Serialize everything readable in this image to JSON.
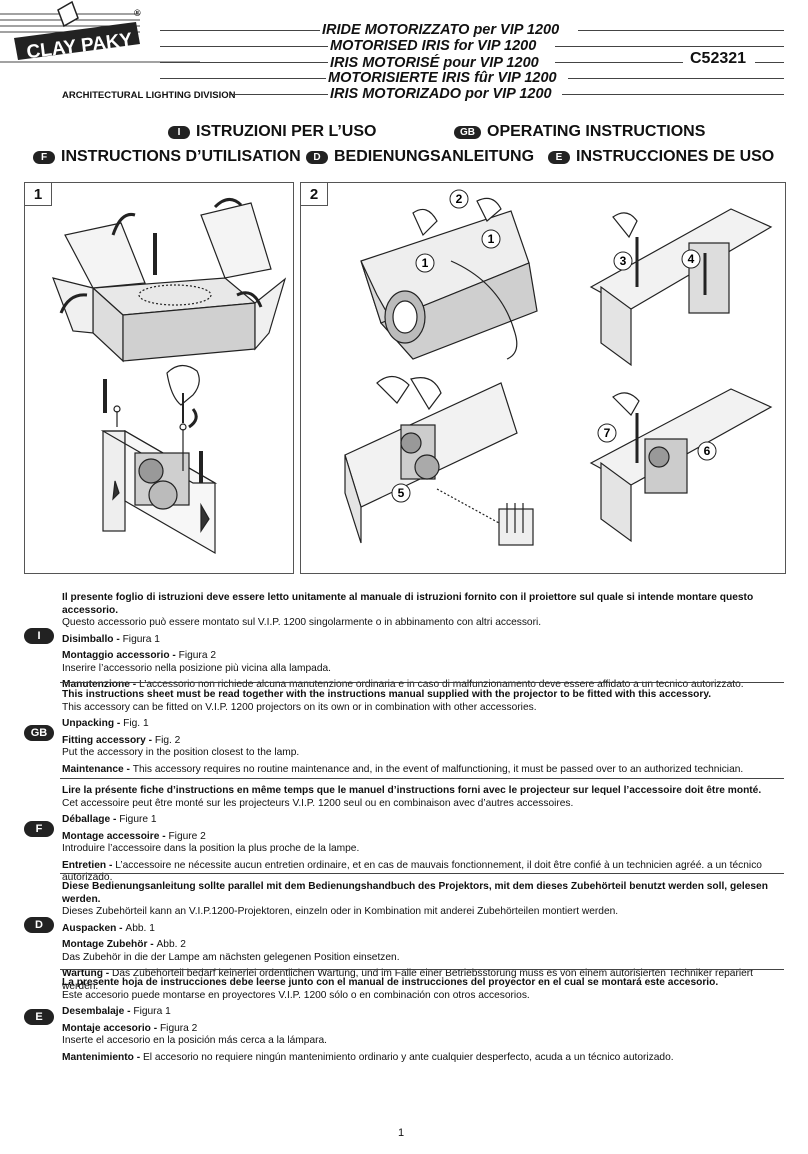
{
  "brand": {
    "name": "CLAY PAKY",
    "division": "ARCHITECTURAL LIGHTING DIVISION",
    "registered": "®"
  },
  "titles": [
    "IRIDE MOTORIZZATO per VIP 1200",
    "MOTORISED IRIS for VIP 1200",
    "IRIS MOTORISÉ pour VIP 1200",
    "MOTORISIERTE IRIS fûr VIP 1200",
    "IRIS MOTORIZADO por VIP 1200"
  ],
  "code": "C52321",
  "headings": [
    {
      "lang": "I",
      "text": "ISTRUZIONI PER L’USO"
    },
    {
      "lang": "GB",
      "text": "OPERATING INSTRUCTIONS"
    },
    {
      "lang": "F",
      "text": "INSTRUCTIONS D’UTILISATION"
    },
    {
      "lang": "D",
      "text": "BEDIENUNGSANLEITUNG"
    },
    {
      "lang": "E",
      "text": "INSTRUCCIONES DE USO"
    }
  ],
  "figures": {
    "fig1": {
      "number": "1"
    },
    "fig2": {
      "number": "2",
      "callouts": [
        "1",
        "1",
        "2",
        "3",
        "4",
        "5",
        "6",
        "7"
      ]
    }
  },
  "sections": [
    {
      "lang": "I",
      "intro": "Il presente foglio di istruzioni deve essere letto unitamente al manuale di istruzioni fornito con il proiettore sul quale si intende montare questo accessorio.",
      "line2": "Questo accessorio può essere montato sul V.I.P. 1200 singolarmente o in abbinamento con altri accessori.",
      "unpack_label": "Disimballo - ",
      "unpack_ref": "Figura 1",
      "fit_label": "Montaggio accessorio - ",
      "fit_ref": "Figura 2",
      "fit_text": "Inserire l’accessorio nella posizione più vicina alla lampada.",
      "maint_label": "Manutenzione - ",
      "maint_text": "L’accessorio non richiede alcuna manutenzione ordinaria e in caso di malfunzionamento deve essere affidato a un tecnico autorizzato."
    },
    {
      "lang": "GB",
      "intro": "This instructions sheet must be read together with the instructions manual supplied with the projector to be fitted with this accessory.",
      "line2": "This accessory can be fitted on V.I.P. 1200 projectors on its own or in combination with other accessories.",
      "unpack_label": "Unpacking - ",
      "unpack_ref": "Fig. 1",
      "fit_label": "Fitting accessory - ",
      "fit_ref": "Fig. 2",
      "fit_text": "Put the accessory in the position closest to the lamp.",
      "maint_label": "Maintenance - ",
      "maint_text": "This accessory requires no routine maintenance and, in the event of malfunctioning, it must be passed over to an authorized technician."
    },
    {
      "lang": "F",
      "intro": "Lire la présente fiche d’instructions en même temps que le manuel d’instructions forni avec le projecteur sur lequel l’accessoire doit être monté.",
      "line2": "Cet accessoire peut être monté sur les projecteurs V.I.P. 1200 seul ou en combinaison avec d’autres accessoires.",
      "unpack_label": "Déballage - ",
      "unpack_ref": "Figure 1",
      "fit_label": "Montage accessoire - ",
      "fit_ref": "Figure 2",
      "fit_text": "Introduire l’accessoire dans la position la plus proche de la lampe.",
      "maint_label": "Entretien - ",
      "maint_text": "L’accessoire ne nécessite aucun entretien ordinaire, et en cas de mauvais fonctionnement, il doit être confié à un technicien agréé. a un técnico autorizado."
    },
    {
      "lang": "D",
      "intro": "Diese Bedienungsanleitung sollte parallel mit dem Bedienungshandbuch des Projektors, mit dem dieses Zubehörteil benutzt werden soll, gelesen werden.",
      "line2": "Dieses Zubehörteil kann an V.I.P.1200-Projektoren, einzeln oder in Kombination mit anderei Zubehörteilen montiert werden.",
      "unpack_label": "Auspacken - ",
      "unpack_ref": "Abb. 1",
      "fit_label": "Montage Zubehör - ",
      "fit_ref": "Abb. 2",
      "fit_text": "Das Zubehör in die der Lampe am nächsten gelegenen Position einsetzen.",
      "maint_label": "Wartung - ",
      "maint_text": "Das Zubehörteil bedarf keinerlei ordentlichen Wartung, und im Falle einer Betriebsstörung muss es von einem autorisierten Techniker repariert werden."
    },
    {
      "lang": "E",
      "intro": "La presente hoja de instrucciones debe leerse junto con el manual de instrucciones del proyector en el cual se montará este accesorio.",
      "line2": "Este accesorio puede montarse en proyectores V.I.P. 1200 sólo o en combinación con otros accesorios.",
      "unpack_label": "Desembalaje - ",
      "unpack_ref": "Figura 1",
      "fit_label": "Montaje accesorio - ",
      "fit_ref": "Figura 2",
      "fit_text": "Inserte el accesorio en la posición más cerca a la lámpara.",
      "maint_label": "Mantenimiento - ",
      "maint_text": "El accesorio no requiere ningún mantenimiento ordinario y ante cualquier desperfecto, acuda a un técnico autorizado."
    }
  ],
  "page_number": "1"
}
